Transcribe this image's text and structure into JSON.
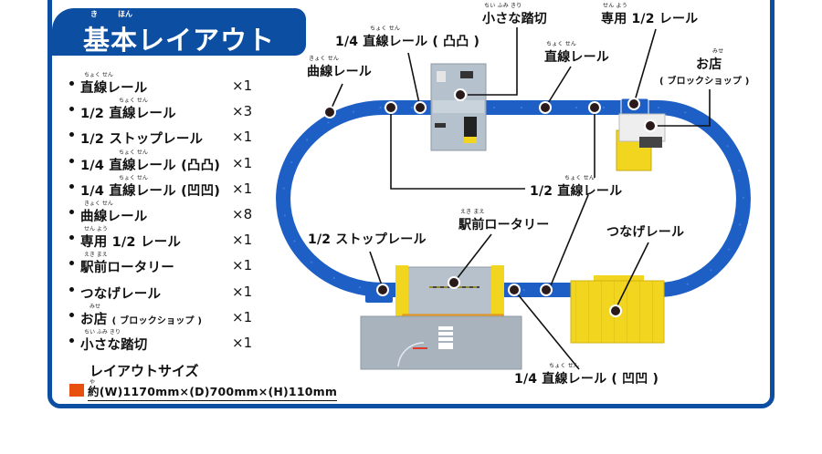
{
  "header": {
    "title": "基本レイアウト",
    "title_ruby": [
      "き",
      "ほん"
    ]
  },
  "colors": {
    "brand_blue": "#0b4ea2",
    "rail_blue": "#1d5fc4",
    "accent_orange": "#e8500f",
    "part_yellow": "#f0d21c",
    "part_gray": "#a9b4c0"
  },
  "parts_list": [
    {
      "name": "直線レール",
      "ruby": "ちょく せん",
      "qty": "×1"
    },
    {
      "name": "1/2 直線レール",
      "ruby": "ちょく せん",
      "qty": "×3"
    },
    {
      "name": "1/2 ストップレール",
      "ruby": "",
      "qty": "×1"
    },
    {
      "name": "1/4 直線レール (凸凸)",
      "ruby": "ちょく せん",
      "qty": "×1"
    },
    {
      "name": "1/4 直線レール (凹凹)",
      "ruby": "ちょく せん",
      "qty": "×1"
    },
    {
      "name": "曲線レール",
      "ruby": "きょく せん",
      "qty": "×8"
    },
    {
      "name": "専用 1/2 レール",
      "ruby": "せん よう",
      "qty": "×1"
    },
    {
      "name": "駅前ロータリー",
      "ruby": "えき まえ",
      "qty": "×1"
    },
    {
      "name": "つなげレール",
      "ruby": "",
      "qty": "×1"
    },
    {
      "name": "お店",
      "name_small": "( ブロックショップ )",
      "ruby": "みせ",
      "qty": "×1"
    },
    {
      "name": "小さな踏切",
      "ruby": "ちい    ふみ きり",
      "qty": "×1"
    }
  ],
  "layout_size": {
    "title": "レイアウトサイズ",
    "ruby": "やく",
    "text": "約(W)1170mm×(D)700mm×(H)110mm"
  },
  "callouts": {
    "curve_rail": {
      "label": "曲線レール",
      "ruby": "きょく せん"
    },
    "quarter_convex": {
      "label": "1/4 直線レール ( 凸凸 )",
      "ruby": "ちょく せん"
    },
    "small_crossing": {
      "label": "小さな踏切",
      "ruby": "ちい     ふみ きり"
    },
    "dedicated_half": {
      "label": "専用 1/2 レール",
      "ruby": "せん よう"
    },
    "straight_rail": {
      "label": "直線レール",
      "ruby": "ちょく せん"
    },
    "shop": {
      "label": "お店",
      "sub": "( ブロックショップ )",
      "ruby": "みせ"
    },
    "half_straight": {
      "label": "1/2 直線レール",
      "ruby": "ちょく せん"
    },
    "station_rotary": {
      "label": "駅前ロータリー",
      "ruby": "えき まえ"
    },
    "half_stop": {
      "label": "1/2 ストップレール",
      "ruby": ""
    },
    "connect_rail": {
      "label": "つなげレール",
      "ruby": ""
    },
    "quarter_concave": {
      "label": "1/4 直線レール ( 凹凹 )",
      "ruby": "ちょく せん"
    }
  }
}
